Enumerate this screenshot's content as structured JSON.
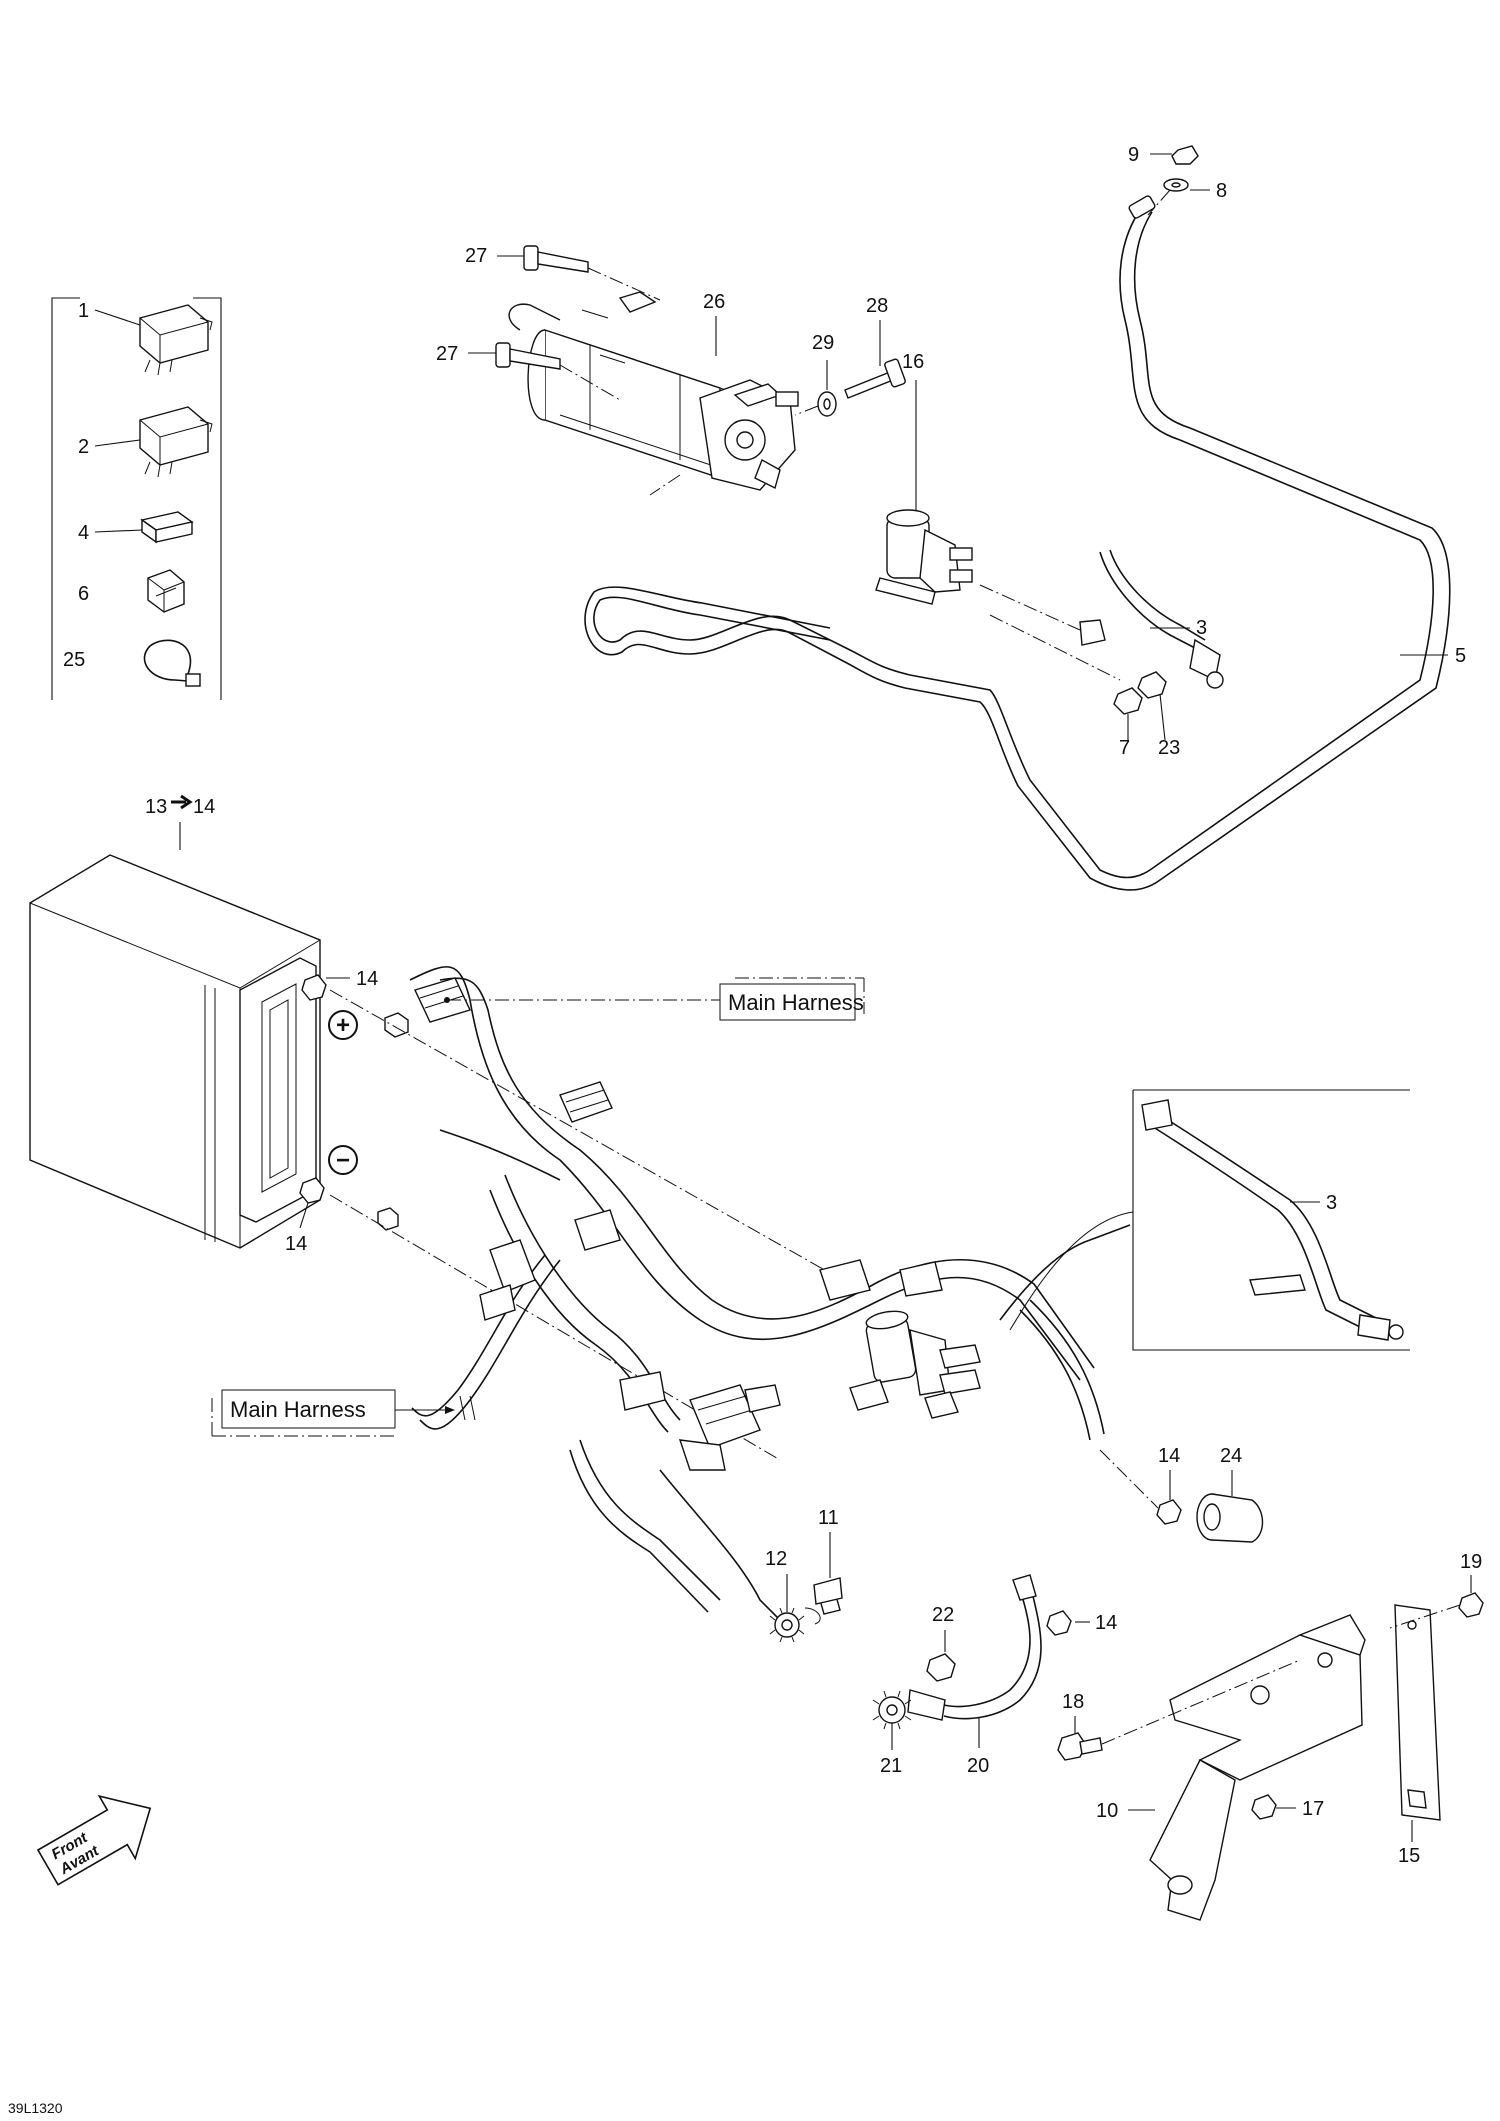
{
  "figure_ref": "39L1320",
  "labels": {
    "main_harness": "Main Harness"
  },
  "front_arrow": {
    "line1": "Front",
    "line2": "Avant"
  },
  "callouts": {
    "c1": "1",
    "c2": "2",
    "c3a": "3",
    "c3b": "3",
    "c4": "4",
    "c5": "5",
    "c6": "6",
    "c7": "7",
    "c8": "8",
    "c9": "9",
    "c10": "10",
    "c11": "11",
    "c12": "12",
    "c13": "13",
    "c13_target": "14",
    "c14a": "14",
    "c14b": "14",
    "c14c": "14",
    "c14d": "14",
    "c15": "15",
    "c16": "16",
    "c17": "17",
    "c18": "18",
    "c19": "19",
    "c20": "20",
    "c21": "21",
    "c22": "22",
    "c23": "23",
    "c24": "24",
    "c25": "25",
    "c26": "26",
    "c27a": "27",
    "c27b": "27",
    "c28": "28",
    "c29": "29"
  },
  "terminal_symbols": {
    "positive": "+",
    "negative": "−"
  }
}
